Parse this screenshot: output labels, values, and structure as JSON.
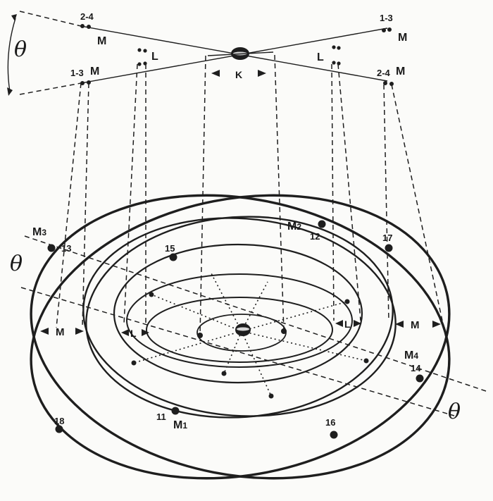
{
  "labels": {
    "theta": "θ",
    "M": "M",
    "L": "L",
    "K": "K",
    "M1_letter": "M",
    "M1_sub": "1",
    "M2_letter": "M",
    "M2_sub": "2",
    "M3_letter": "M",
    "M3_sub": "3",
    "M4_letter": "M",
    "M4_sub": "4"
  },
  "pair_labels": {
    "left_top": "2-4",
    "left_bottom": "1-3",
    "right_top": "1-3",
    "right_bottom": "2-4"
  },
  "numbers": {
    "n11": "11",
    "n12": "12",
    "n13": "13",
    "n14": "14",
    "n15": "15",
    "n16": "16",
    "n17": "17",
    "n18": "18"
  },
  "colors": {
    "ink": "#1e1e1e",
    "paper": "#fbfbf9"
  }
}
